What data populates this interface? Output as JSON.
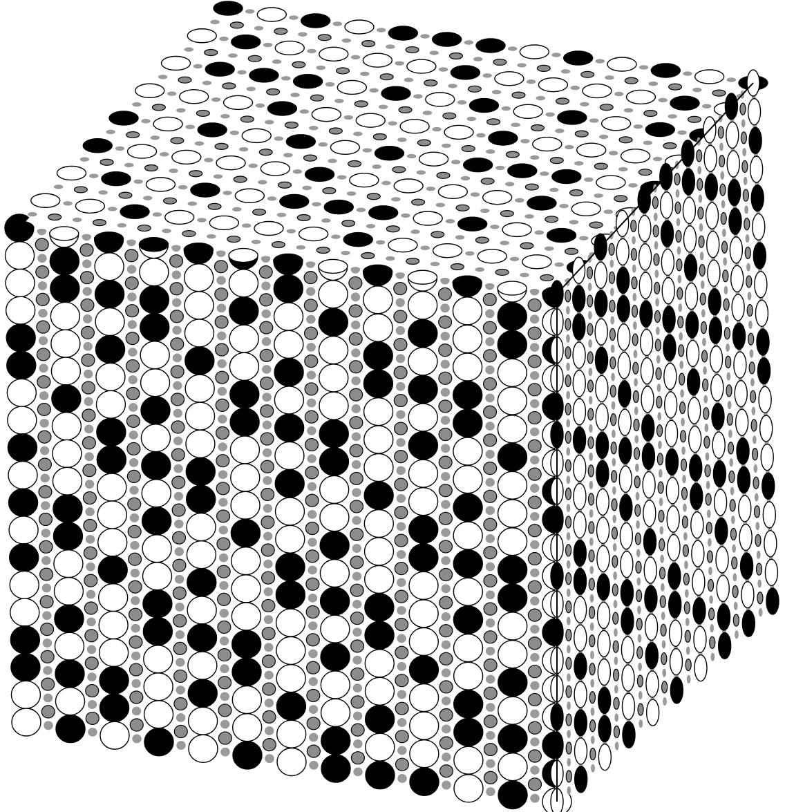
{
  "figure": {
    "type": "3d-lattice-cube",
    "faces": [
      "front",
      "top",
      "right"
    ],
    "grid": {
      "front_columns": 12,
      "front_rows": 18,
      "top_rows": 8,
      "right_columns": 9
    },
    "colors": {
      "background": "#ffffff",
      "atom_large_dark": "#000000",
      "atom_large_light": "#ffffff",
      "atom_small": "#8c8c8c",
      "bond": "#9a9a9a",
      "outline": "#000000"
    }
  }
}
